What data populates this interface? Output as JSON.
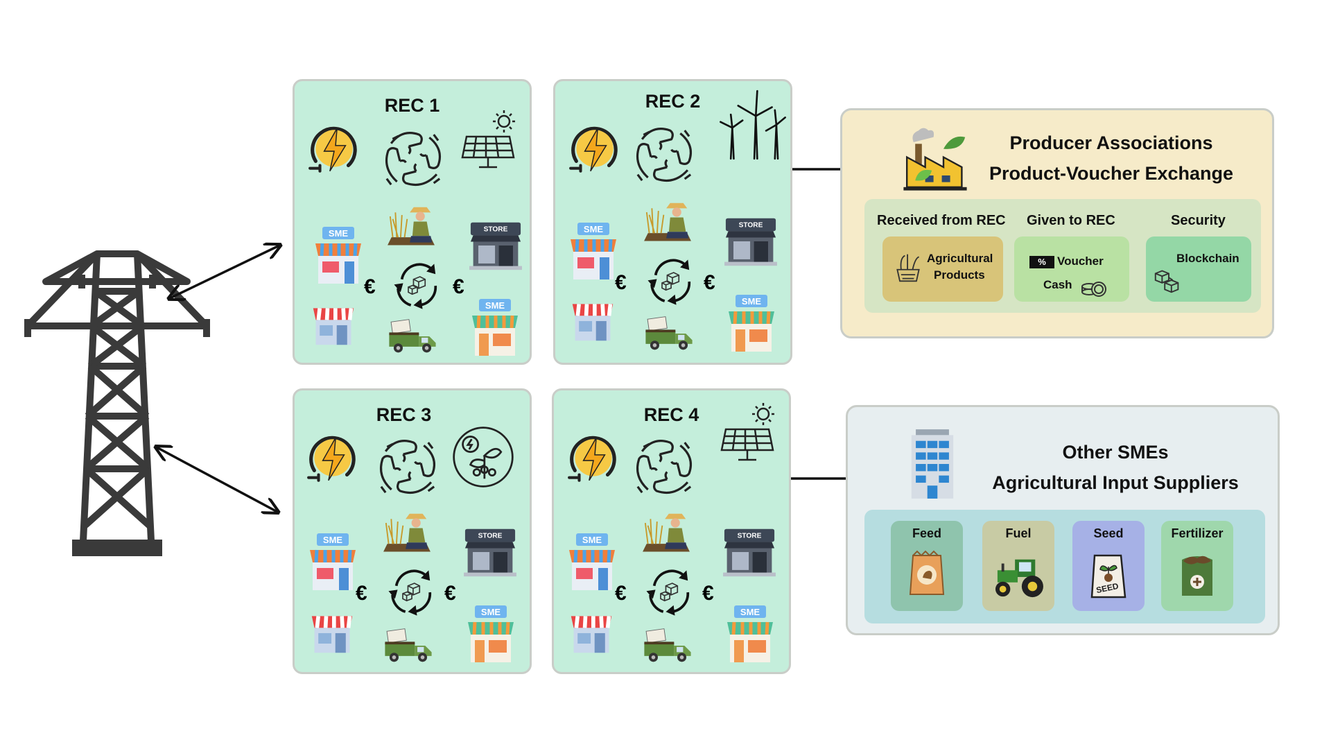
{
  "recs": [
    {
      "title": "REC 1"
    },
    {
      "title": "REC 2"
    },
    {
      "title": "REC 3"
    },
    {
      "title": "REC 4"
    }
  ],
  "labels": {
    "sme": "SME",
    "store": "STORE",
    "euro": "€"
  },
  "producer_panel": {
    "title_line1": "Producer Associations",
    "title_line2": "Product-Voucher Exchange",
    "col_received": "Received from REC",
    "col_given": "Given to REC",
    "col_security": "Security",
    "card_agri_line1": "Agricultural",
    "card_agri_line2": "Products",
    "card_voucher": "Voucher",
    "card_cash": "Cash",
    "card_blockchain": "Blockchain",
    "voucher_badge": "%",
    "colors": {
      "panel": "#f6ebc9",
      "inner": "#d6e5c4",
      "agri": "#d8c479",
      "given": "#b9e1a3",
      "security": "#94d7a6"
    }
  },
  "sme_panel": {
    "title_line1": "Other SMEs",
    "title_line2": "Agricultural Input Suppliers",
    "inputs": [
      "Feed",
      "Fuel",
      "Seed",
      "Fertilizer"
    ],
    "seed_bag_text": "SEED",
    "colors": {
      "panel": "#e7eef0",
      "inner": "#b6dde0",
      "feed": "#8fc4ad",
      "fuel": "#c8cba4",
      "seed": "#a6b1e6",
      "fertilizer": "#9fd7ac"
    }
  }
}
